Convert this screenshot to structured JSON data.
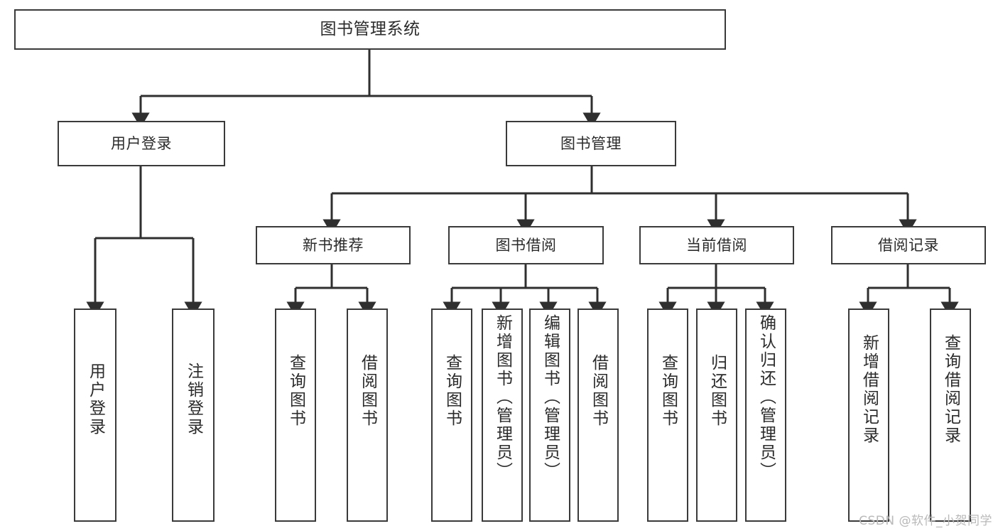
{
  "diagram": {
    "title": "图书管理系统",
    "type": "tree-diagram",
    "colors": {
      "box_border": "#3a3a3a",
      "box_fill": "#ffffff",
      "connector": "#2f2f2f",
      "text": "#2b2b2b",
      "watermark": "#b9b9b9",
      "background": "#ffffff"
    },
    "root": {
      "label": "图书管理系统"
    },
    "level1": [
      {
        "label": "用户登录"
      },
      {
        "label": "图书管理"
      }
    ],
    "level2": [
      {
        "label": "新书推荐"
      },
      {
        "label": "图书借阅"
      },
      {
        "label": "当前借阅"
      },
      {
        "label": "借阅记录"
      }
    ],
    "leaves": {
      "user_login": [
        {
          "label": "用户登录"
        },
        {
          "label": "注销登录"
        }
      ],
      "new_book_recommend": [
        {
          "label": "查询图书"
        },
        {
          "label": "借阅图书"
        }
      ],
      "book_borrow": [
        {
          "label": "查询图书"
        },
        {
          "label": "新增图书（管理员）"
        },
        {
          "label": "编辑图书（管理员）"
        },
        {
          "label": "借阅图书"
        }
      ],
      "current_borrow": [
        {
          "label": "查询图书"
        },
        {
          "label": "归还图书"
        },
        {
          "label": "确认归还（管理员）"
        }
      ],
      "borrow_record": [
        {
          "label": "新增借阅记录"
        },
        {
          "label": "查询借阅记录"
        }
      ]
    }
  },
  "watermark": {
    "text": "CSDN @软件_小贺同学"
  }
}
